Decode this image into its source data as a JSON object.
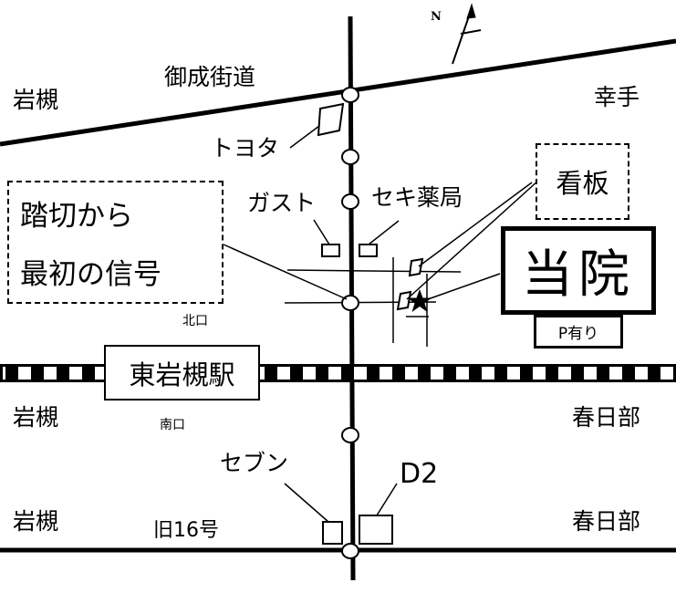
{
  "map": {
    "north_label": "N",
    "roads": {
      "top_road": "御成街道",
      "bottom_road": "旧16号"
    },
    "places": {
      "top_left": "岩槻",
      "top_right": "幸手",
      "mid_left": "岩槻",
      "mid_right": "春日部",
      "bottom_left": "岩槻",
      "bottom_right": "春日部"
    },
    "station": {
      "name": "東岩槻駅",
      "north_exit": "北口",
      "south_exit": "南口"
    },
    "landmarks": {
      "toyota": "トヨタ",
      "gusto": "ガスト",
      "seki_pharmacy": "セキ薬局",
      "seven": "セブン",
      "d2": "D2"
    },
    "signboard": "看板",
    "clinic": {
      "label": "当院",
      "parking": "P有り"
    },
    "directions_note": {
      "line1": "踏切から",
      "line2": "最初の信号"
    }
  }
}
